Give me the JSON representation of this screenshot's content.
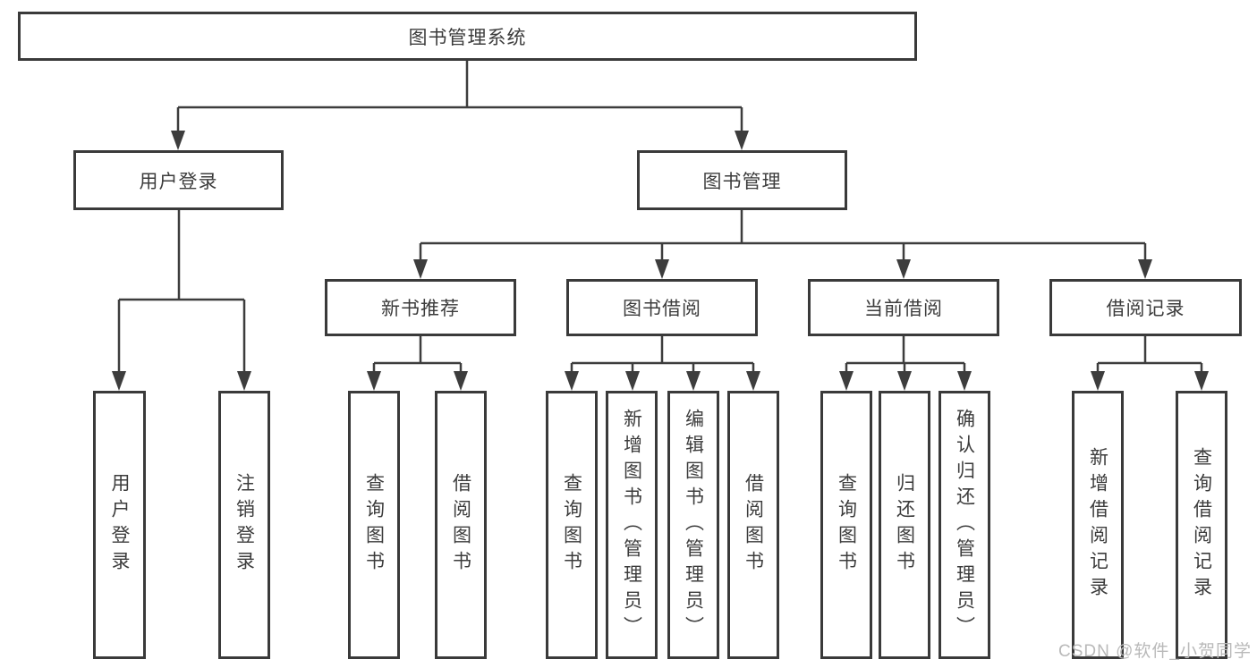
{
  "nodes": {
    "root": "图书管理系统",
    "user_login": "用户登录",
    "book_mgmt": "图书管理",
    "new_book_rec": "新书推荐",
    "book_borrow": "图书借阅",
    "current_borrow": "当前借阅",
    "borrow_record": "借阅记录",
    "ul_login": "用户登录",
    "ul_logout": "注销登录",
    "nbr_query": "查询图书",
    "nbr_borrow": "借阅图书",
    "bb_query": "查询图书",
    "bb_add": "新增图书（管理员）",
    "bb_edit": "编辑图书（管理员）",
    "bb_borrow": "借阅图书",
    "cb_query": "查询图书",
    "cb_return": "归还图书",
    "cb_confirm": "确认归还（管理员）",
    "br_add": "新增借阅记录",
    "br_query": "查询借阅记录"
  },
  "watermark": "CSDN @软件_小贺同学",
  "colors": {
    "line": "#3d3d3d",
    "box_border": "#3a3a3a",
    "text": "#3c3c3c",
    "watermark": "#b9b9b9",
    "background": "#ffffff"
  }
}
